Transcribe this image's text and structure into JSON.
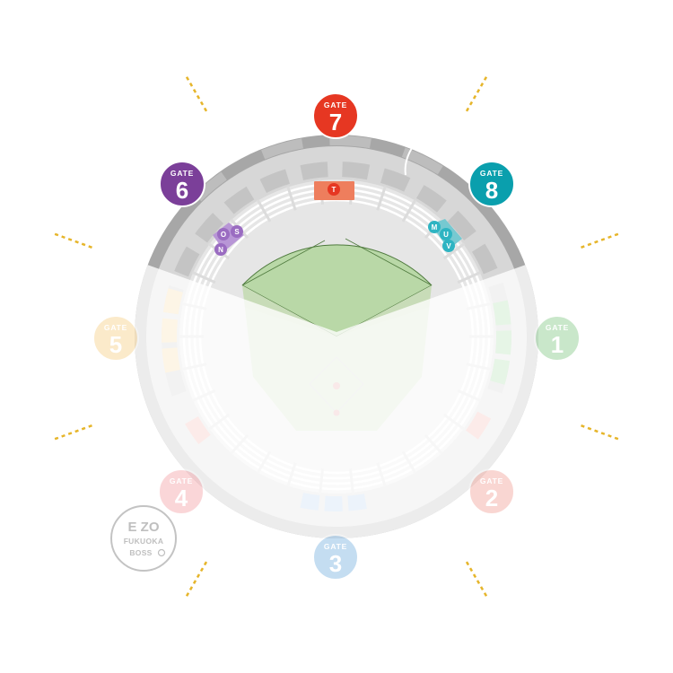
{
  "gate_label": "GATE",
  "gates": [
    {
      "id": "gate-1",
      "number": "1",
      "color": "#66bb6a",
      "active": false
    },
    {
      "id": "gate-2",
      "number": "2",
      "color": "#f08c7f",
      "active": false
    },
    {
      "id": "gate-3",
      "number": "3",
      "color": "#5a9fd8",
      "active": false
    },
    {
      "id": "gate-4",
      "number": "4",
      "color": "#f28b91",
      "active": false
    },
    {
      "id": "gate-5",
      "number": "5",
      "color": "#f5c469",
      "active": false
    },
    {
      "id": "gate-6",
      "number": "6",
      "color": "#7b3f99",
      "active": true
    },
    {
      "id": "gate-7",
      "number": "7",
      "color": "#e63722",
      "active": true
    },
    {
      "id": "gate-8",
      "number": "8",
      "color": "#0a9fad",
      "active": true
    }
  ],
  "sections": {
    "outfield_left_purple": [
      "O",
      "S",
      "N"
    ],
    "outfield_center_red": [
      "T"
    ],
    "outfield_right_teal": [
      "M",
      "U",
      "V"
    ]
  },
  "section_colors": {
    "purple": "#9a6cc1",
    "red": "#e8603e",
    "teal": "#2eb4c2",
    "infield_pink": "#f2a49c",
    "infield_blue": "#a9c8ea",
    "infield_green": "#8fcf8f",
    "infield_yellow": "#f7cf8c"
  },
  "colors": {
    "field_green": "#b8d8a6",
    "field_dark_line": "#4e7a3c",
    "dim_overlay": "#ffffff",
    "concourse_gray": "#d6d6d6",
    "outer_ring": "#a9a9a9",
    "indicator_yellow": "#e6b52a"
  },
  "logo": {
    "line1": "E ZO",
    "line2": "FUKUOKA",
    "line3": "BOSS"
  }
}
